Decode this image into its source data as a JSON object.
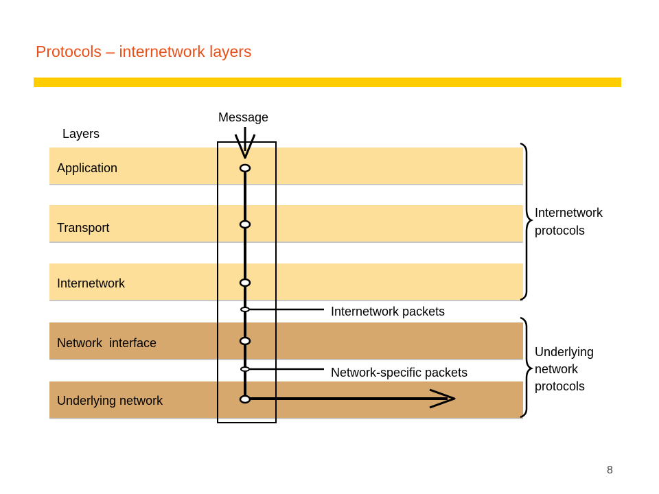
{
  "slide": {
    "title": "Protocols – internetwork layers",
    "page_number": "8"
  },
  "diagram": {
    "message_label": "Message",
    "layers_heading": "Layers",
    "layers": [
      {
        "name": "Application",
        "group": "internetwork"
      },
      {
        "name": "Transport",
        "group": "internetwork"
      },
      {
        "name": "Internetwork",
        "group": "internetwork"
      },
      {
        "name": "Network  interface",
        "group": "underlying"
      },
      {
        "name": "Underlying network",
        "group": "underlying"
      }
    ],
    "packet_labels": {
      "internetwork": "Internetwork packets",
      "network_specific": "Network-specific packets"
    },
    "groups": {
      "internetwork": [
        "Internetwork",
        "protocols"
      ],
      "underlying": [
        "Underlying",
        "network",
        "protocols"
      ]
    },
    "colors": {
      "title": "#e8501a",
      "title_bar": "#ffcc00",
      "internetwork_layer": "#fddf9a",
      "underlying_layer": "#d6a86e"
    }
  }
}
